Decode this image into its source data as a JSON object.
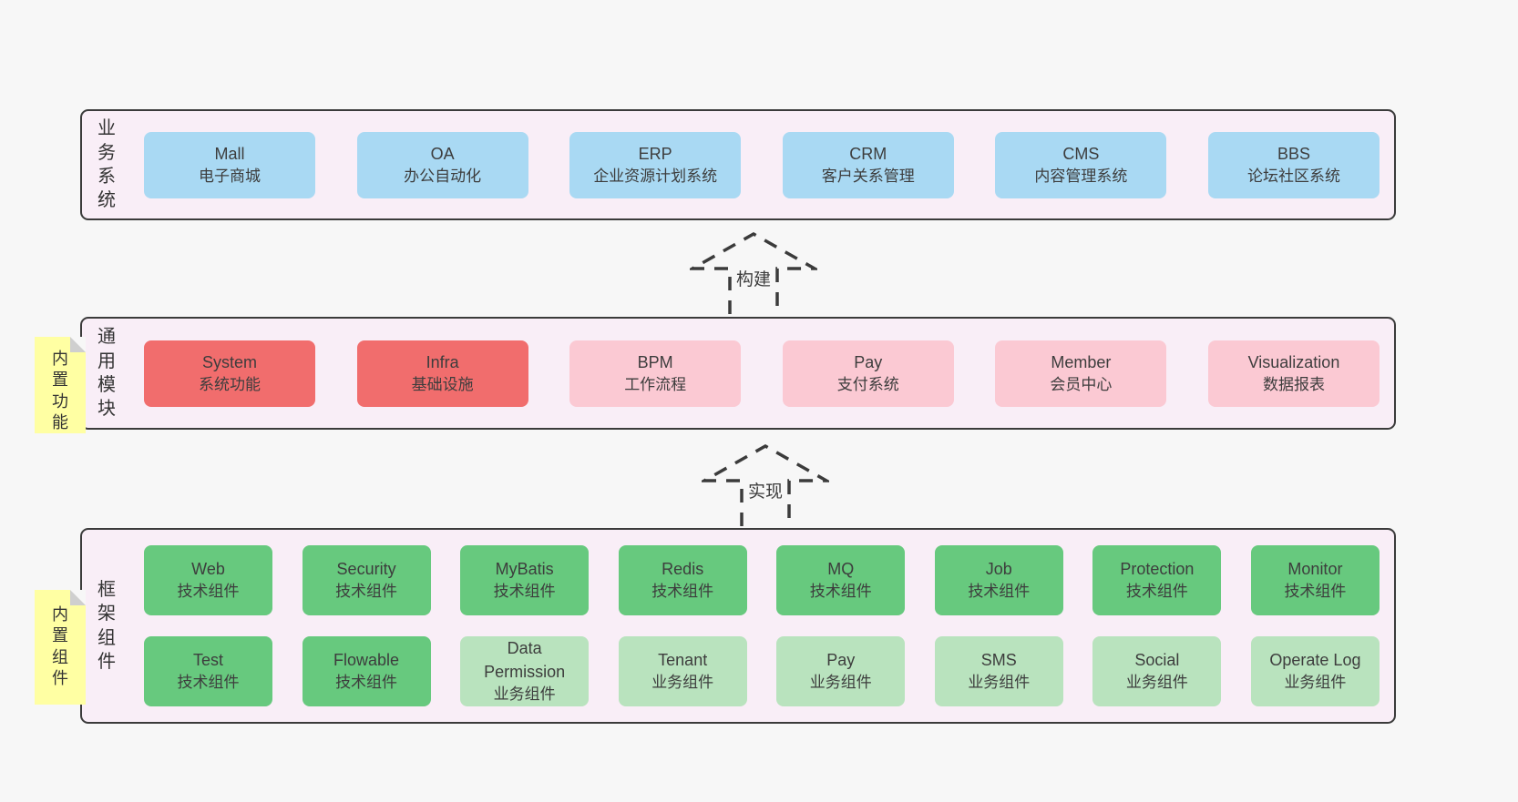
{
  "layers": {
    "business": {
      "label": "业务系统",
      "cards": [
        {
          "en": "Mall",
          "cn": "电子商城"
        },
        {
          "en": "OA",
          "cn": "办公自动化"
        },
        {
          "en": "ERP",
          "cn": "企业资源计划系统"
        },
        {
          "en": "CRM",
          "cn": "客户关系管理"
        },
        {
          "en": "CMS",
          "cn": "内容管理系统"
        },
        {
          "en": "BBS",
          "cn": "论坛社区系统"
        }
      ]
    },
    "modules": {
      "sticky": "内置功能",
      "label": "通用模块",
      "cards": [
        {
          "en": "System",
          "cn": "系统功能"
        },
        {
          "en": "Infra",
          "cn": "基础设施"
        },
        {
          "en": "BPM",
          "cn": "工作流程"
        },
        {
          "en": "Pay",
          "cn": "支付系统"
        },
        {
          "en": "Member",
          "cn": "会员中心"
        },
        {
          "en": "Visualization",
          "cn": "数据报表"
        }
      ]
    },
    "components": {
      "sticky": "内置组件",
      "label": "框架组件",
      "row1": [
        {
          "en": "Web",
          "cn": "技术组件"
        },
        {
          "en": "Security",
          "cn": "技术组件"
        },
        {
          "en": "MyBatis",
          "cn": "技术组件"
        },
        {
          "en": "Redis",
          "cn": "技术组件"
        },
        {
          "en": "MQ",
          "cn": "技术组件"
        },
        {
          "en": "Job",
          "cn": "技术组件"
        },
        {
          "en": "Protection",
          "cn": "技术组件"
        },
        {
          "en": "Monitor",
          "cn": "技术组件"
        }
      ],
      "row2": [
        {
          "en": "Test",
          "cn": "技术组件"
        },
        {
          "en": "Flowable",
          "cn": "技术组件"
        },
        {
          "en": "Data Permission",
          "cn": "业务组件"
        },
        {
          "en": "Tenant",
          "cn": "业务组件"
        },
        {
          "en": "Pay",
          "cn": "业务组件"
        },
        {
          "en": "SMS",
          "cn": "业务组件"
        },
        {
          "en": "Social",
          "cn": "业务组件"
        },
        {
          "en": "Operate Log",
          "cn": "业务组件"
        }
      ]
    }
  },
  "arrows": {
    "build": "构建",
    "implement": "实现"
  },
  "colors": {
    "page_bg": "#f7f7f7",
    "container_bg": "#f9eef7",
    "container_border": "#3b3b3b",
    "card_blue": "#a9d9f3",
    "card_red": "#f16d6d",
    "card_pink": "#fbc9d3",
    "card_green": "#67c97e",
    "card_light_green": "#b9e3be",
    "sticky_yellow": "#ffffa3",
    "text": "#3d3d3d"
  }
}
